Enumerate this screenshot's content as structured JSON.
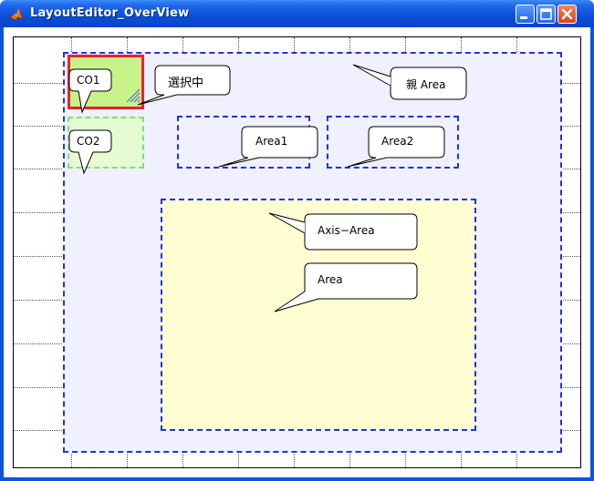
{
  "window": {
    "title": "LayoutEditor_OverView",
    "controls": [
      "minimize-button",
      "maximize-button",
      "close-button"
    ]
  },
  "callouts": {
    "co1": "CO1",
    "selected": "選択中",
    "co2": "CO2",
    "parent_area": "親 Area",
    "area1": "Area1",
    "area2": "Area2",
    "axis_area": "Axis−Area",
    "area": "Area"
  },
  "colors": {
    "title_bar": "#0a4fd9",
    "parent_area_fill": "#f0f0ff",
    "dash_blue": "#1f32e8",
    "co1_fill": "#c8f28a",
    "co1_border": "#e8222e",
    "co2_fill": "#e6fbd2",
    "co2_border": "#7fe07a",
    "axis_area_fill": "#fffdd2"
  }
}
